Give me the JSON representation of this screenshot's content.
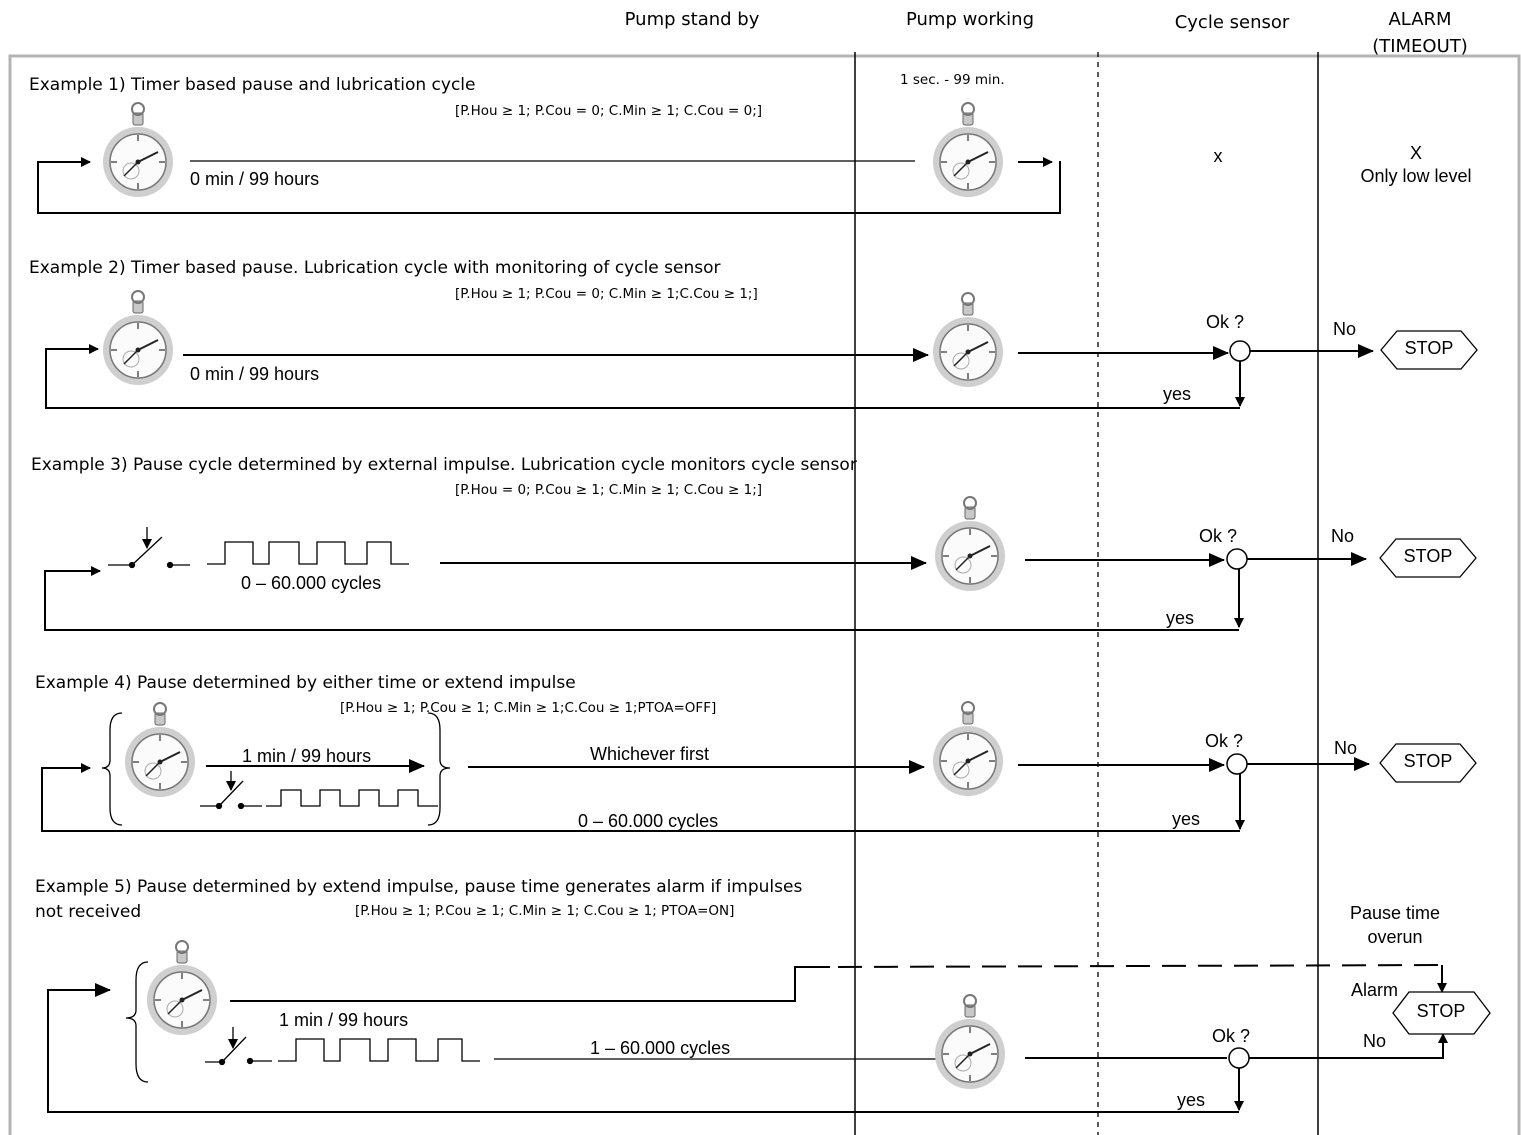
{
  "columns": {
    "standby": "Pump stand by",
    "working": "Pump working",
    "sensor": "Cycle sensor",
    "alarm_line1": "ALARM",
    "alarm_line2": "(TIMEOUT)"
  },
  "ex1": {
    "title": "Example 1) Timer based pause and lubrication cycle",
    "params": "[P.Hou ≥ 1; P.Cou = 0; C.Min ≥ 1; C.Cou = 0;]",
    "range": "0 min / 99 hours",
    "work_range": "1 sec. - 99 min.",
    "sensor_mark": "x",
    "alarm_mark": "X",
    "alarm_note": "Only low level"
  },
  "ex2": {
    "title": "Example 2) Timer based pause. Lubrication cycle with monitoring of cycle sensor",
    "params": "[P.Hou ≥ 1; P.Cou = 0; C.Min ≥ 1;C.Cou ≥ 1;]",
    "range": "0 min / 99 hours",
    "ok": "Ok ?",
    "no": "No",
    "yes": "yes",
    "stop": "STOP"
  },
  "ex3": {
    "title": "Example 3) Pause cycle determined by external impulse. Lubrication cycle monitors cycle sensor",
    "params": "[P.Hou = 0; P.Cou ≥ 1; C.Min ≥ 1; C.Cou ≥ 1;]",
    "range": "0 – 60.000 cycles",
    "ok": "Ok ?",
    "no": "No",
    "yes": "yes",
    "stop": "STOP"
  },
  "ex4": {
    "title": "Example 4) Pause determined by either time or extend impulse",
    "params": "[P.Hou ≥ 1; P.Cou ≥ 1; C.Min ≥ 1;C.Cou ≥ 1;PTOA=OFF]",
    "time_range": "1 min / 99 hours",
    "whichever": "Whichever first",
    "cycles": "0 – 60.000 cycles",
    "ok": "Ok ?",
    "no": "No",
    "yes": "yes",
    "stop": "STOP"
  },
  "ex5": {
    "title_line1": "Example 5) Pause determined by extend impulse, pause time generates alarm if   impulses",
    "title_line2": "not received",
    "params": "[P.Hou ≥ 1; P.Cou ≥ 1; C.Min ≥ 1; C.Cou ≥ 1; PTOA=ON]",
    "time_range": "1 min / 99 hours",
    "cycles": "1 – 60.000 cycles",
    "overrun_line1": "Pause time",
    "overrun_line2": "overun",
    "alarm": "Alarm",
    "ok": "Ok ?",
    "no": "No",
    "yes": "yes",
    "stop": "STOP"
  }
}
